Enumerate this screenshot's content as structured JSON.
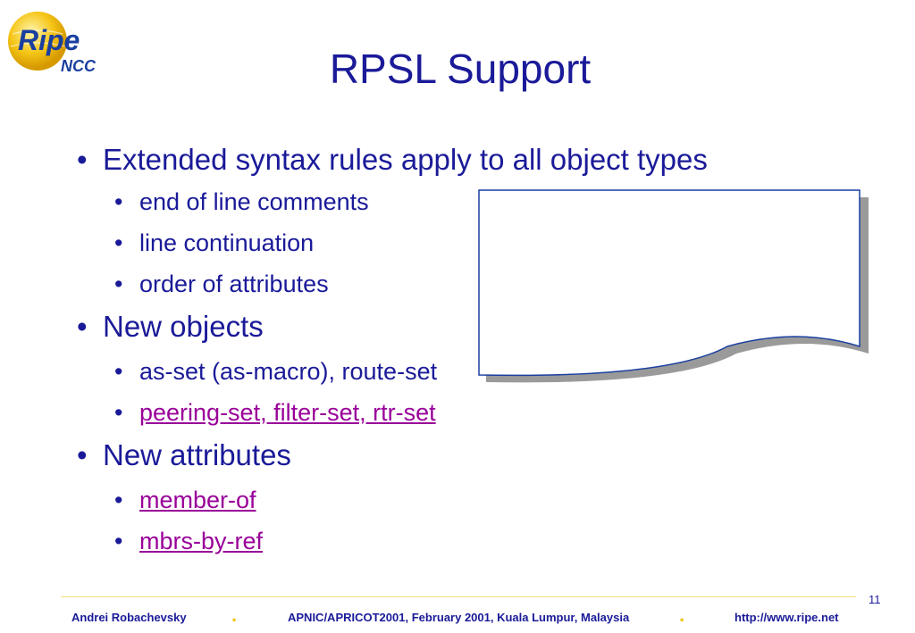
{
  "logo": {
    "main": "Ripe",
    "sub": "NCC"
  },
  "slide": {
    "title": "RPSL Support",
    "sections": [
      {
        "label": "Extended syntax rules apply to all object types",
        "items": [
          {
            "label": "end of line comments",
            "link": false
          },
          {
            "label": "line continuation",
            "link": false
          },
          {
            "label": "order of attributes",
            "link": false
          }
        ]
      },
      {
        "label": "New objects",
        "items": [
          {
            "label": "as-set (as-macro), route-set",
            "link": false
          },
          {
            "label": "peering-set, filter-set, rtr-set",
            "link": true
          }
        ]
      },
      {
        "label": "New attributes",
        "items": [
          {
            "label": "member-of",
            "link": true
          },
          {
            "label": "mbrs-by-ref",
            "link": true
          }
        ]
      }
    ]
  },
  "footer": {
    "page_number": "11",
    "author": "Andrei Robachevsky",
    "event": "APNIC/APRICOT2001, February 2001, Kuala Lumpur, Malaysia",
    "url": "http://www.ripe.net",
    "separator": "."
  },
  "colors": {
    "text": "#1a1a99",
    "link": "#990099",
    "accent": "#f0c419",
    "footer_line": "#f3e27a"
  }
}
